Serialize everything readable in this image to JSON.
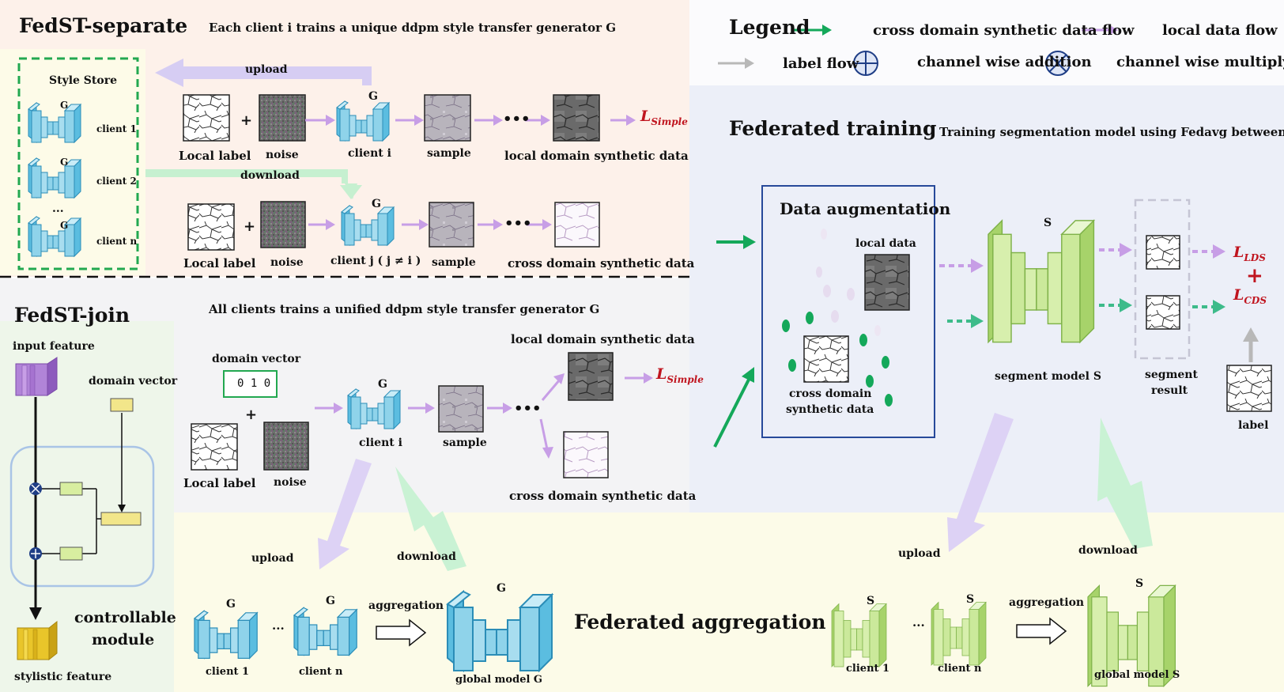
{
  "colors": {
    "cross_domain_flow": "#14a85a",
    "local_flow": "#c79ee6",
    "label_flow": "#b8b8b8",
    "separate_bg": "#fdf1ea",
    "style_store_bg": "#fdfbe8",
    "join_bg": "#f3f3f5",
    "module_bg": "#eef6ea",
    "training_bg": "#eceff8",
    "aggregation_bg": "#fcfbe8",
    "loss_text": "#c0151f",
    "generator": "#8fd3ea",
    "segment_model": "#c7e79a"
  },
  "legend": {
    "title": "Legend",
    "cross_domain": "cross domain synthetic data flow",
    "local": "local data flow",
    "label": "label flow",
    "addition": "channel wise addition",
    "multiply": "channel wise multiply"
  },
  "separate": {
    "title": "FedST-separate",
    "subtitle": "Each client i trains a unique ddpm style transfer generator G",
    "style_store": "Style Store",
    "store_g": "G",
    "store_client1": "client 1",
    "store_client2": "client 2",
    "store_dots": "...",
    "store_clientn": "client n",
    "upload": "upload",
    "download": "download",
    "row1": {
      "local_label": "Local label",
      "plus": "+",
      "noise": "noise",
      "g": "G",
      "client": "client i",
      "sample": "sample",
      "dots": "•••",
      "synthetic": "local domain synthetic data",
      "loss_main": "L",
      "loss_sub": "Simple"
    },
    "row2": {
      "local_label": "Local label",
      "plus": "+",
      "noise": "noise",
      "g": "G",
      "client": "client j ( j ≠ i )",
      "sample": "sample",
      "dots": "•••",
      "synthetic": "cross domain synthetic data"
    }
  },
  "join": {
    "title": "FedST-join",
    "subtitle": "All clients trains a unified ddpm style transfer generator G",
    "domain_vector_label": "domain vector",
    "domain_vector_value": "0 1 0",
    "plus": "+",
    "local_label": "Local label",
    "noise": "noise",
    "g": "G",
    "client": "client i",
    "sample": "sample",
    "dots": "•••",
    "local_synthetic": "local domain synthetic data",
    "cross_synthetic": "cross domain synthetic data",
    "loss_main": "L",
    "loss_sub": "Simple"
  },
  "module": {
    "input_feature": "input feature",
    "domain_vector": "domain vector",
    "controllable": "controllable",
    "module": "module",
    "stylistic_feature": "stylistic feature"
  },
  "training": {
    "title": "Federated training",
    "subtitle": "Training segmentation model using Fedavg between clients",
    "aug_title": "Data augmentation",
    "local_data": "local data",
    "cross_domain_1": "cross domain",
    "cross_domain_2": "synthetic data",
    "s": "S",
    "segment_model": "segment model S",
    "segment_result_1": "segment",
    "segment_result_2": "result",
    "label": "label",
    "loss_lds_main": "L",
    "loss_lds_sub": "LDS",
    "plus": "+",
    "loss_cds_main": "L",
    "loss_cds_sub": "CDS"
  },
  "aggregation": {
    "title": "Federated aggregation",
    "upload_left": "upload",
    "download_left": "download",
    "g": "G",
    "client1_left": "client 1",
    "dots": "...",
    "clientn_left": "client n",
    "aggregation_left": "aggregation",
    "global_g": "global model G",
    "upload_right": "upload",
    "download_right": "download",
    "s": "S",
    "client1_right": "client 1",
    "clientn_right": "client n",
    "aggregation_right": "aggregation",
    "global_s": "global model S"
  }
}
